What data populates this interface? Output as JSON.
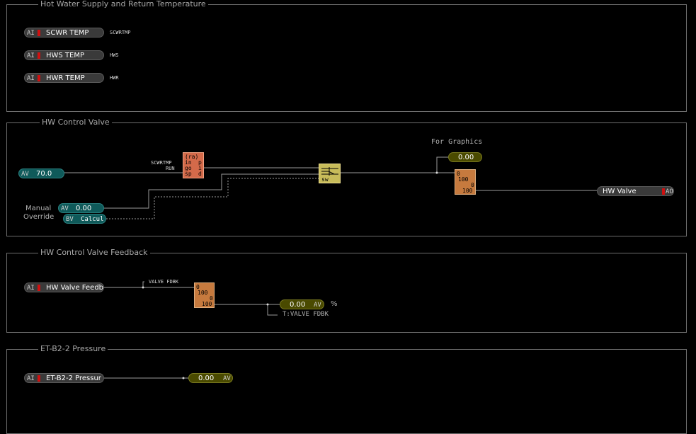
{
  "panels": [
    {
      "title": "Hot Water Supply and Return Temperature"
    },
    {
      "title": "HW Control Valve"
    },
    {
      "title": "HW Control Valve Feedback"
    },
    {
      "title": "ET-B2-2 Pressure"
    }
  ],
  "temps": {
    "scwr": {
      "prefix": "AI",
      "name": "SCWR TEMP",
      "tag": "SCWRTMP"
    },
    "hws": {
      "prefix": "AI",
      "name": "HWS TEMP",
      "tag": "HWS"
    },
    "hwr": {
      "prefix": "AI",
      "name": "HWR TEMP",
      "tag": "HWR"
    }
  },
  "valve": {
    "setpoint": {
      "prefix": "AV",
      "value": "70.0"
    },
    "pid_inputs": [
      "SCWRTMP",
      "RUN"
    ],
    "pid_labels": {
      "top": "(ra)",
      "r1": "in",
      "r2": "go",
      "r3": "sp",
      "p": "p",
      "i": "i",
      "d": "d"
    },
    "switch_label": "sw",
    "graphics_label": "For Graphics",
    "graphics_value": "0.00",
    "scale": {
      "a": "0",
      "b": "100",
      "c": "0",
      "d": "100"
    },
    "manual_label_1": "Manual",
    "manual_label_2": "Override",
    "manual": {
      "prefix": "AV",
      "value": "0.00"
    },
    "override": {
      "prefix": "BV",
      "name": "Calcul"
    },
    "output": {
      "name": "HW Valve",
      "suffix": "AO"
    }
  },
  "feedback": {
    "input": {
      "prefix": "AI",
      "name": "HW Valve Feedb"
    },
    "tag": "VALVE FDBK",
    "scale": {
      "a": "0",
      "b": "100",
      "c": "0",
      "d": "100"
    },
    "value": "0.00",
    "value_suffix": "AV",
    "unit": "%",
    "trend": "T:VALVE FDBK"
  },
  "pressure": {
    "input": {
      "prefix": "AI",
      "name": "ET-B2-2 Pressur"
    },
    "value": "0.00",
    "value_suffix": "AV"
  }
}
